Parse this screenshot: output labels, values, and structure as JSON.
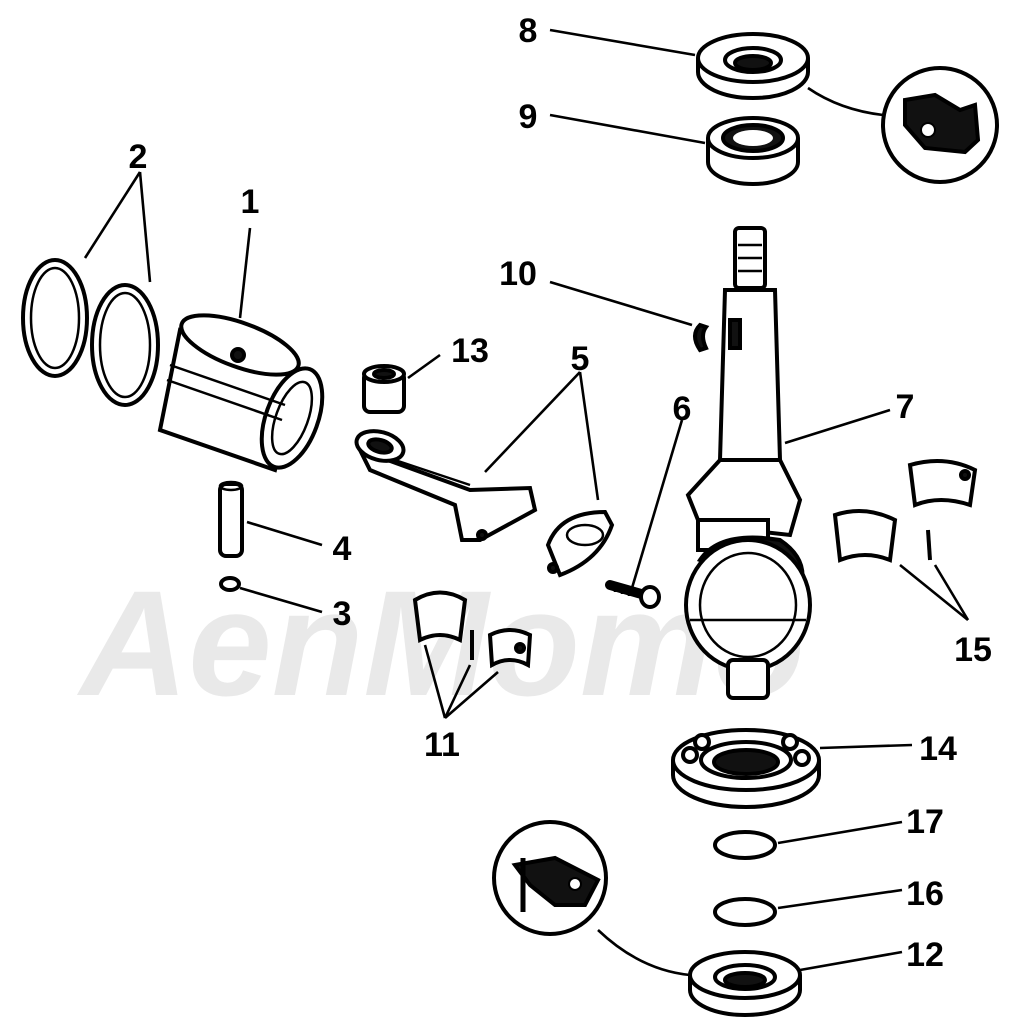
{
  "watermark": {
    "text": "AenMomo"
  },
  "callouts": [
    {
      "id": "1",
      "text": "1"
    },
    {
      "id": "2",
      "text": "2"
    },
    {
      "id": "3",
      "text": "3"
    },
    {
      "id": "4",
      "text": "4"
    },
    {
      "id": "5",
      "text": "5"
    },
    {
      "id": "6",
      "text": "6"
    },
    {
      "id": "7",
      "text": "7"
    },
    {
      "id": "8",
      "text": "8"
    },
    {
      "id": "9",
      "text": "9"
    },
    {
      "id": "10",
      "text": "10"
    },
    {
      "id": "11",
      "text": "11"
    },
    {
      "id": "12",
      "text": "12"
    },
    {
      "id": "13",
      "text": "13"
    },
    {
      "id": "14",
      "text": "14"
    },
    {
      "id": "15",
      "text": "15"
    },
    {
      "id": "16",
      "text": "16"
    },
    {
      "id": "17",
      "text": "17"
    }
  ]
}
